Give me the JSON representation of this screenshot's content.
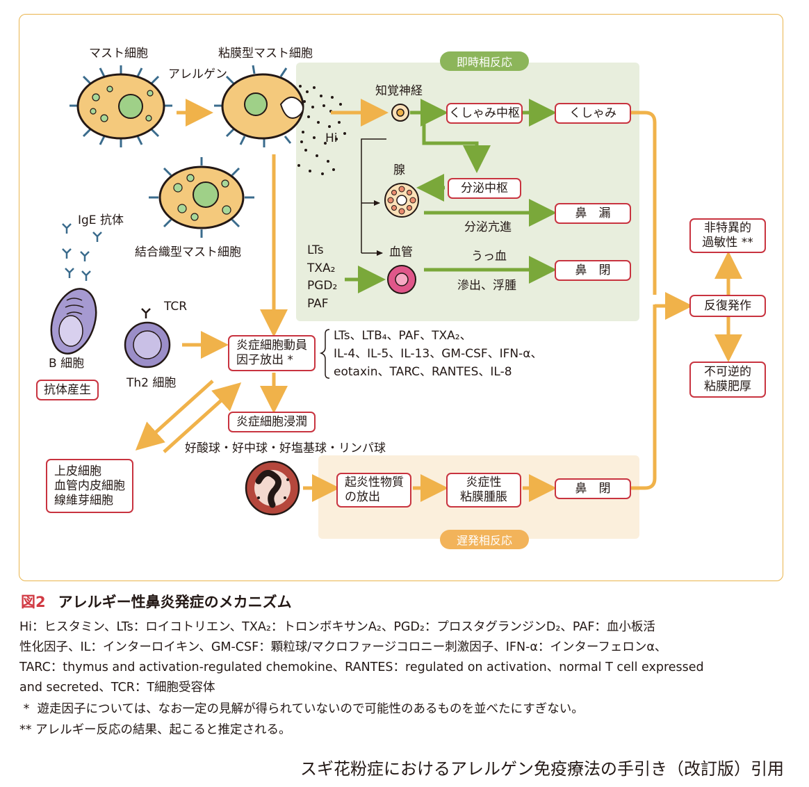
{
  "zones": {
    "immediate": "即時相反応",
    "late": "遅発相反応"
  },
  "labels": {
    "mast_cell": "マスト細胞",
    "mucosal_mast_cell": "粘膜型マスト細胞",
    "allergen": "アレルゲン",
    "connective_mast_cell": "結合織型マスト細胞",
    "ige": "IgE 抗体",
    "b_cell": "B 細胞",
    "tcr": "TCR",
    "th2_cell": "Th2 細胞",
    "hi": "Hi",
    "sensory_nerve": "知覚神経",
    "gland": "腺",
    "vessel": "血管",
    "mediators": "LTs\nTXA₂\nPGD₂\nPAF",
    "secretion_up": "分泌亢進",
    "congestion": "うっ血",
    "exudation": "滲出、浮腫",
    "cytokines": "LTs、LTB₄、PAF、TXA₂、\nIL-4、IL-5、IL-13、GM-CSF、IFN-α、\neotaxin、TARC、RANTES、IL-8",
    "granulocytes": "好酸球・好中球・好塩基球・リンパ球"
  },
  "boxes": {
    "sneeze_center": "くしゃみ中枢",
    "sneeze": "くしゃみ",
    "secretion_center": "分泌中枢",
    "rhinorrhea": "鼻　漏",
    "obstruction": "鼻　閉",
    "hyperreactivity": "非特異的\n過敏性 **",
    "recurrence": "反復発作",
    "mucosal_thickening": "不可逆的\n粘膜肥厚",
    "antibody_production": "抗体産生",
    "cell_recruitment": "炎症細胞動員\n因子放出 *",
    "infiltration": "炎症細胞浸潤",
    "epithelial": "上皮細胞\n血管内皮細胞\n線維芽細胞",
    "inflammatory_release": "起炎性物質\nの放出",
    "mucosal_swelling": "炎症性\n粘膜腫脹",
    "obstruction_late": "鼻　閉"
  },
  "caption": {
    "fig": "図2",
    "title": "アレルギー性鼻炎発症のメカニズム",
    "line1": "Hi：ヒスタミン、LTs：ロイコトリエン、TXA₂：トロンボキサンA₂、PGD₂：プロスタグランジンD₂、PAF：血小板活",
    "line2": "性化因子、IL：インターロイキン、GM-CSF：顆粒球/マクロファージコロニー刺激因子、IFN-α：インターフェロンα、",
    "line3": "TARC：thymus and activation-regulated chemokine、RANTES：regulated on activation、normal T cell expressed",
    "line4": "and secreted、TCR：T細胞受容体",
    "note1": " *  遊走因子については、なお一定の見解が得られていないので可能性のあるものを並べたにすぎない。",
    "note2": "** アレルギー反応の結果、起こると推定される。"
  },
  "source": "スギ花粉症におけるアレルゲン免疫療法の手引き（改訂版）引用",
  "colors": {
    "frame": "#e9b44c",
    "box_border": "#c8333f",
    "green_arrow": "#7aa83a",
    "orange_arrow": "#f0b24a",
    "immediate_bg": "#e8eedd",
    "late_bg": "#fbefdc"
  }
}
